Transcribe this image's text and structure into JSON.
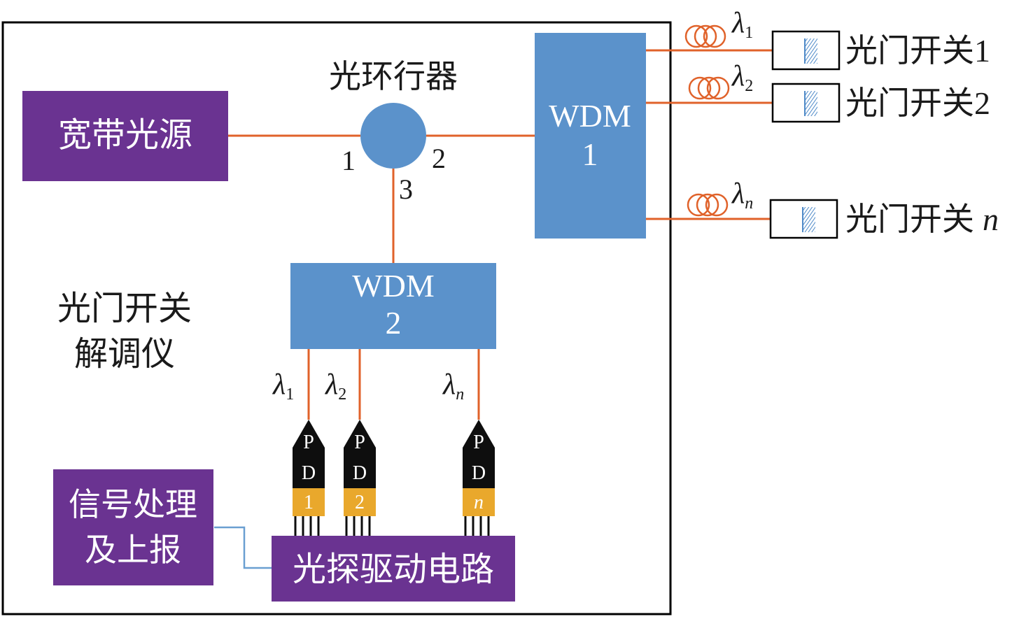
{
  "colors": {
    "purple": "#6a3391",
    "blue": "#5b92cb",
    "fiber": "#e0622a",
    "pd_black": "#0e0e0e",
    "pd_yellow": "#e9a82c",
    "signal_line": "#6a9fd1",
    "grating": "#4f8ac8"
  },
  "labels": {
    "circulator": "光环行器",
    "broadband_source": "宽带光源",
    "port1": "1",
    "port2": "2",
    "port3": "3",
    "wdm1_line1": "WDM",
    "wdm1_line2": "1",
    "wdm2_line1": "WDM",
    "wdm2_line2": "2",
    "demod_line1": "光门开关",
    "demod_line2": "解调仪",
    "signal_line1": "信号处理",
    "signal_line2": "及上报",
    "driver": "光探驱动电路",
    "lambda": "λ"
  },
  "switches": [
    {
      "name": "光门开关",
      "index": "1",
      "wavelength_sub": "1"
    },
    {
      "name": "光门开关",
      "index": "2",
      "wavelength_sub": "2"
    },
    {
      "name": "光门开关",
      "index": "n",
      "wavelength_sub": "n"
    }
  ],
  "detectors": [
    {
      "letter1": "P",
      "letter2": "D",
      "number": "1",
      "wavelength_sub": "1"
    },
    {
      "letter1": "P",
      "letter2": "D",
      "number": "2",
      "wavelength_sub": "2"
    },
    {
      "letter1": "P",
      "letter2": "D",
      "number": "n",
      "wavelength_sub": "n"
    }
  ]
}
